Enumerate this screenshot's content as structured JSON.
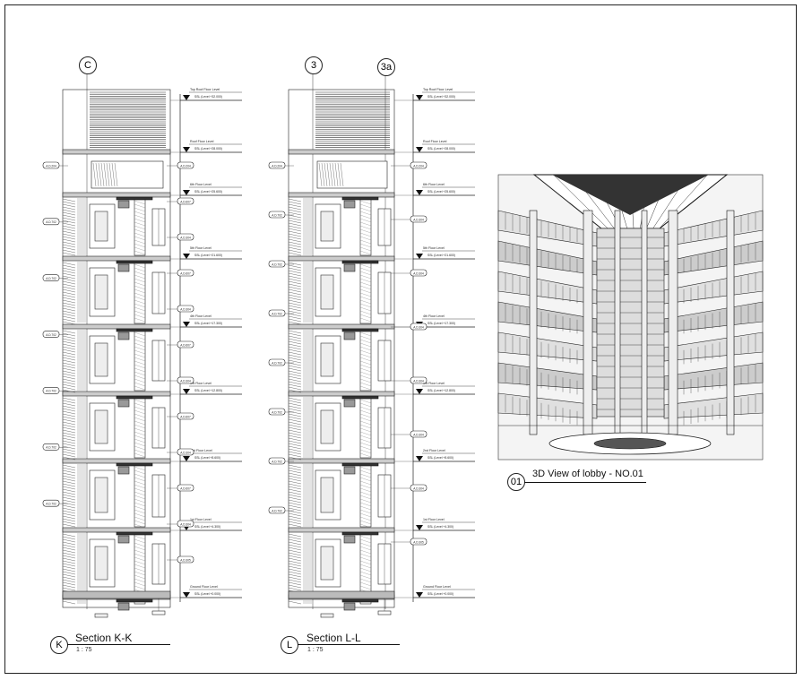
{
  "sections": [
    {
      "id": "K",
      "title": "Section K-K",
      "scale": "1 : 75",
      "grid_bubbles": [
        "C"
      ],
      "tags_left": [
        "A.D.204",
        "A.D.702",
        "A.D.702",
        "A.D.702",
        "A.D.702",
        "A.D.702",
        "A.D.702"
      ],
      "tags_right": [
        "A.D.204",
        "A.D.607",
        "A.D.304",
        "A.D.607",
        "A.D.304",
        "A.D.607",
        "A.D.304",
        "A.D.607",
        "A.D.304",
        "A.D.607",
        "A.D.304",
        "A.D.305"
      ]
    },
    {
      "id": "L",
      "title": "Section L-L",
      "scale": "1 : 75",
      "grid_bubbles": [
        "3",
        "3a"
      ],
      "tags_left": [
        "A.D.204",
        "A.D.702",
        "A.D.702",
        "A.D.702",
        "A.D.702",
        "A.D.702",
        "A.D.702",
        "A.D.702"
      ],
      "tags_right": [
        "A.D.204",
        "A.D.304",
        "A.D.304",
        "A.D.304",
        "A.D.304",
        "A.D.304",
        "A.D.304",
        "A.D.305"
      ]
    }
  ],
  "levels": [
    {
      "name": "Top Roof Floor Level",
      "ssl": "SSL  (Level +32.000)"
    },
    {
      "name": "Roof Floor Level",
      "ssl": "SSL  (Level +28.000)"
    },
    {
      "name": "6th Floor Level",
      "ssl": "SSL  (Level +25.600)"
    },
    {
      "name": "5th Floor Level",
      "ssl": "SSL  (Level +21.600)"
    },
    {
      "name": "4th Floor Level",
      "ssl": "SSL  (Level +17.300)"
    },
    {
      "name": "3rd Floor Level",
      "ssl": "SSL  (Level +12.800)"
    },
    {
      "name": "2nd Floor Level",
      "ssl": "SSL  (Level +8.600)"
    },
    {
      "name": "1st Floor Level",
      "ssl": "SSL  (Level +4.300)"
    },
    {
      "name": "Ground Floor Level",
      "ssl": "SSL  (Level +0.000)"
    }
  ],
  "view3d": {
    "number": "01",
    "title": "3D View of lobby - NO.01"
  }
}
